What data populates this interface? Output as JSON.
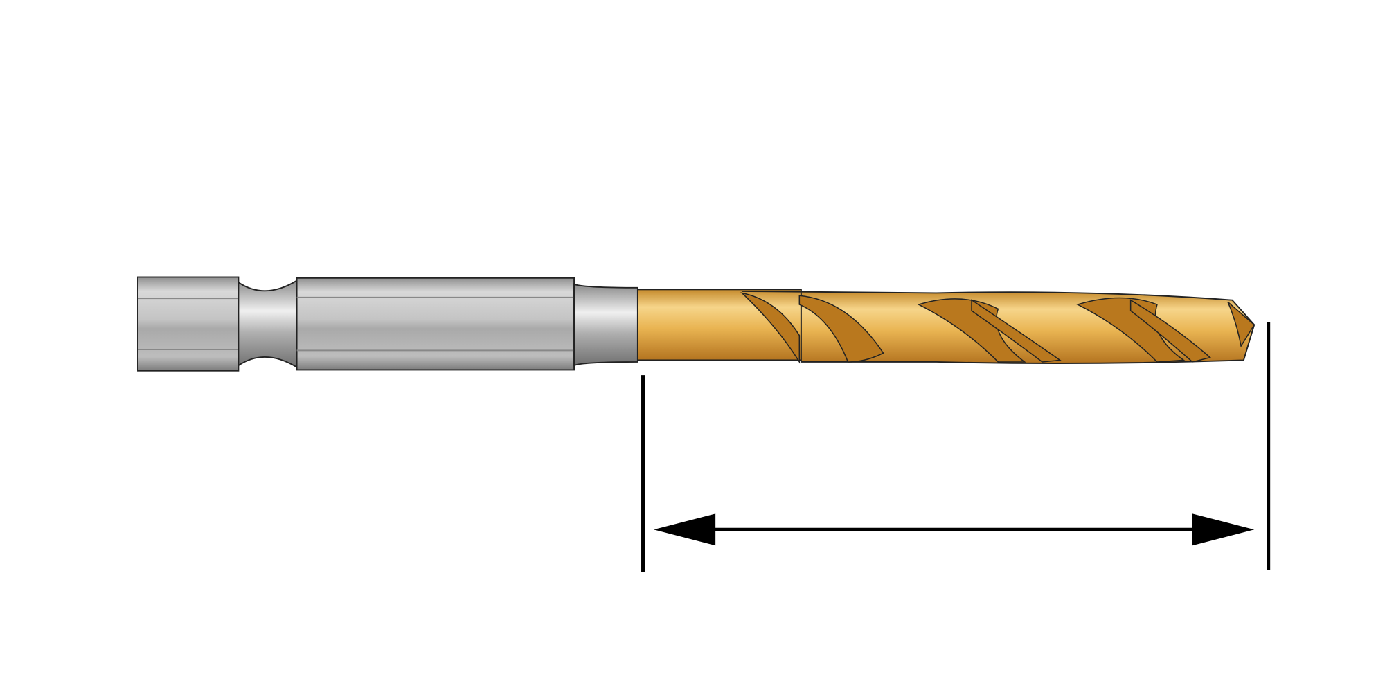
{
  "diagram": {
    "subject": "drill-bit",
    "colors": {
      "background": "#ffffff",
      "shank": "#b9b9b9",
      "shank_highlight": "#e6e6e6",
      "shank_shadow": "#8a8a8a",
      "coating": "#e8b04a",
      "coating_highlight": "#f7d98a",
      "coating_shadow": "#b9781e",
      "outline": "#000000",
      "dimension_line": "#000000"
    },
    "dimension": {
      "kind": "flute-length",
      "arrows": "both-ends",
      "label": ""
    }
  }
}
